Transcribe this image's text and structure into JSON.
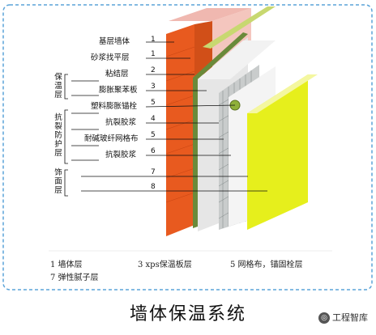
{
  "layers": [
    {
      "num": "1",
      "label": "基层墙体"
    },
    {
      "num": "1",
      "label": "砂浆找平层"
    },
    {
      "num": "2",
      "label": "粘结层"
    },
    {
      "num": "3",
      "label": "膨胀聚苯板"
    },
    {
      "num": "5",
      "label": "塑料膨胀锚栓"
    },
    {
      "num": "4",
      "label": "抗裂胶浆"
    },
    {
      "num": "5",
      "label": "耐碱玻纤网格布"
    },
    {
      "num": "6",
      "label": "抗裂胶浆"
    },
    {
      "num": "7",
      "label": ""
    },
    {
      "num": "8",
      "label": ""
    }
  ],
  "groups": [
    "保温层",
    "抗裂防护层",
    "饰面层"
  ],
  "legend": [
    "1 墙体层",
    "3 xps保温板层",
    "5 网格布，锚固栓层",
    "7 弹性腻子层"
  ],
  "title": "墙体保温系统",
  "watermark": "工程智库",
  "colors": {
    "frame": "#5aa3d8",
    "brick": "#e85a1f",
    "plaster": "#f0b8b0",
    "insulation": "#e8e8e8",
    "mesh": "#9aa0a0",
    "finish": "#e6ef1c",
    "green_strip": "#6a8a3a"
  }
}
